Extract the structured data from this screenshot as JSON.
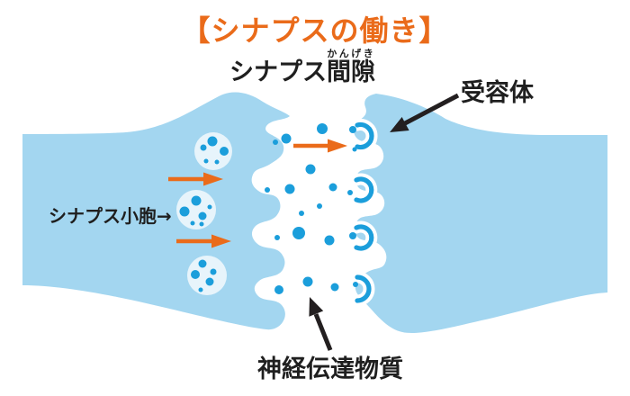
{
  "title": "【シナプスの働き】",
  "labels": {
    "synaptic_cleft": {
      "base": "シナプス",
      "kanji": "間隙",
      "furigana": "かんげき"
    },
    "receptor": "受容体",
    "synaptic_vesicle": "シナプス小胞→",
    "neurotransmitter": "神経伝達物質"
  },
  "figure": {
    "presynaptic_vesicle_count": 3,
    "receptor_count": 4,
    "orange_signal_arrow_count": 3,
    "neurotransmitter_dot_count": 20
  },
  "colors": {
    "accent_orange": "#EA6B1A",
    "membrane_blue": "#A3D6F0",
    "molecule_blue": "#1B9EDB",
    "vesicle_fill": "#E7F4FB",
    "text_black": "#1F1F1F",
    "background": "#FFFFFF"
  }
}
